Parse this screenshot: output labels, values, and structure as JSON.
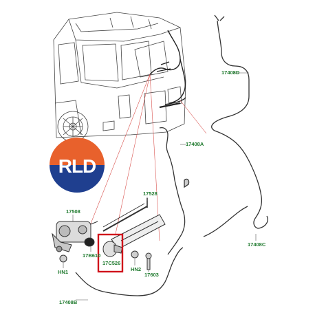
{
  "logo": {
    "text": "RLD",
    "colors": {
      "top": "#e8612c",
      "bottom": "#1f3f8f"
    }
  },
  "accent_colors": {
    "label": "#1f7a2e",
    "highlight": "#d0121b",
    "leader": "#d9534f",
    "line": "#333333"
  },
  "labels": {
    "p17408D": "17408D",
    "p17408A": "17408A",
    "p17528": "17528",
    "p17508": "17508",
    "p17B610": "17B610",
    "p17C526": "17C526",
    "pHN2": "HN2",
    "pHN1": "HN1",
    "p17603": "17603",
    "p17408C": "17408C",
    "p17408B": "17408B"
  },
  "highlighted_part": "17C526"
}
